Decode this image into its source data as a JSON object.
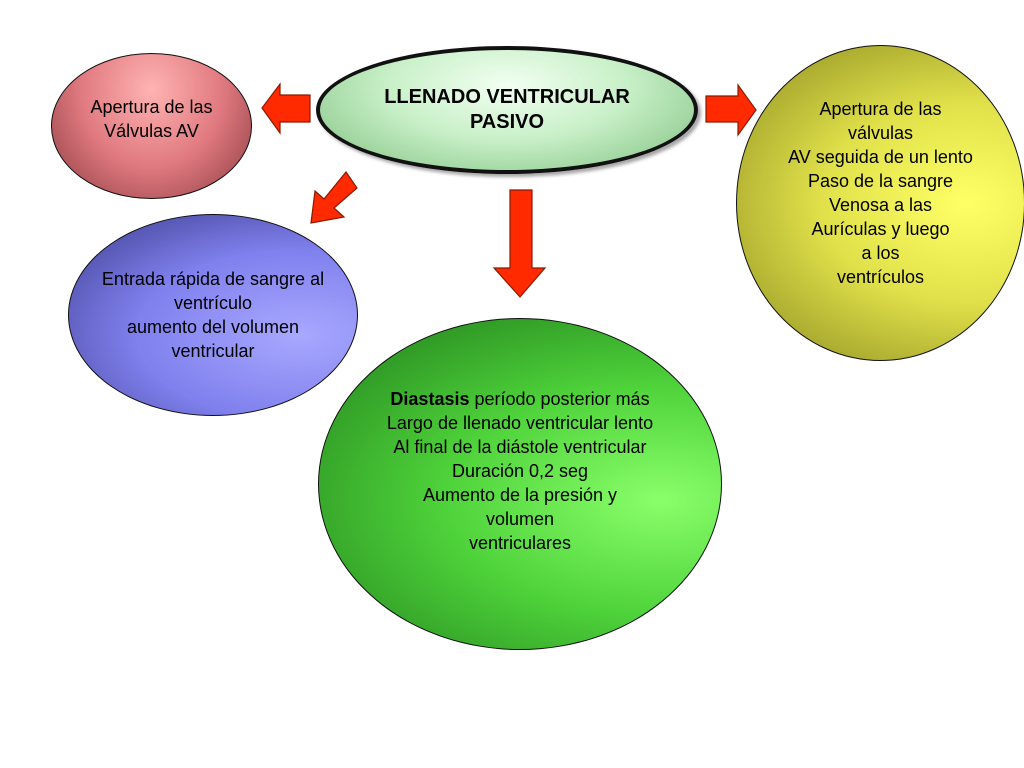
{
  "nodes": {
    "center": [
      "LLENADO VENTRICULAR",
      "PASIVO"
    ],
    "left_top": [
      "Apertura de las",
      "Válvulas AV"
    ],
    "right": [
      "Apertura de las",
      "válvulas",
      "AV seguida de un lento",
      "Paso de la sangre",
      "Venosa a las",
      "Aurículas y luego",
      "a los",
      "ventrículos"
    ],
    "left_mid": [
      "Entrada rápida de sangre al",
      "ventrículo",
      "aumento del volumen",
      "ventricular"
    ],
    "bottom": {
      "first_bold": "Diastasis",
      "first_rest": " período posterior más",
      "lines": [
        "Largo de llenado ventricular lento",
        "Al final de la diástole ventricular",
        "Duración 0,2 seg",
        "Aumento de la presión y",
        "volumen",
        "ventriculares"
      ]
    }
  },
  "colors": {
    "arrow_fill": "#ff2a00",
    "arrow_stroke": "#8a1a00"
  }
}
